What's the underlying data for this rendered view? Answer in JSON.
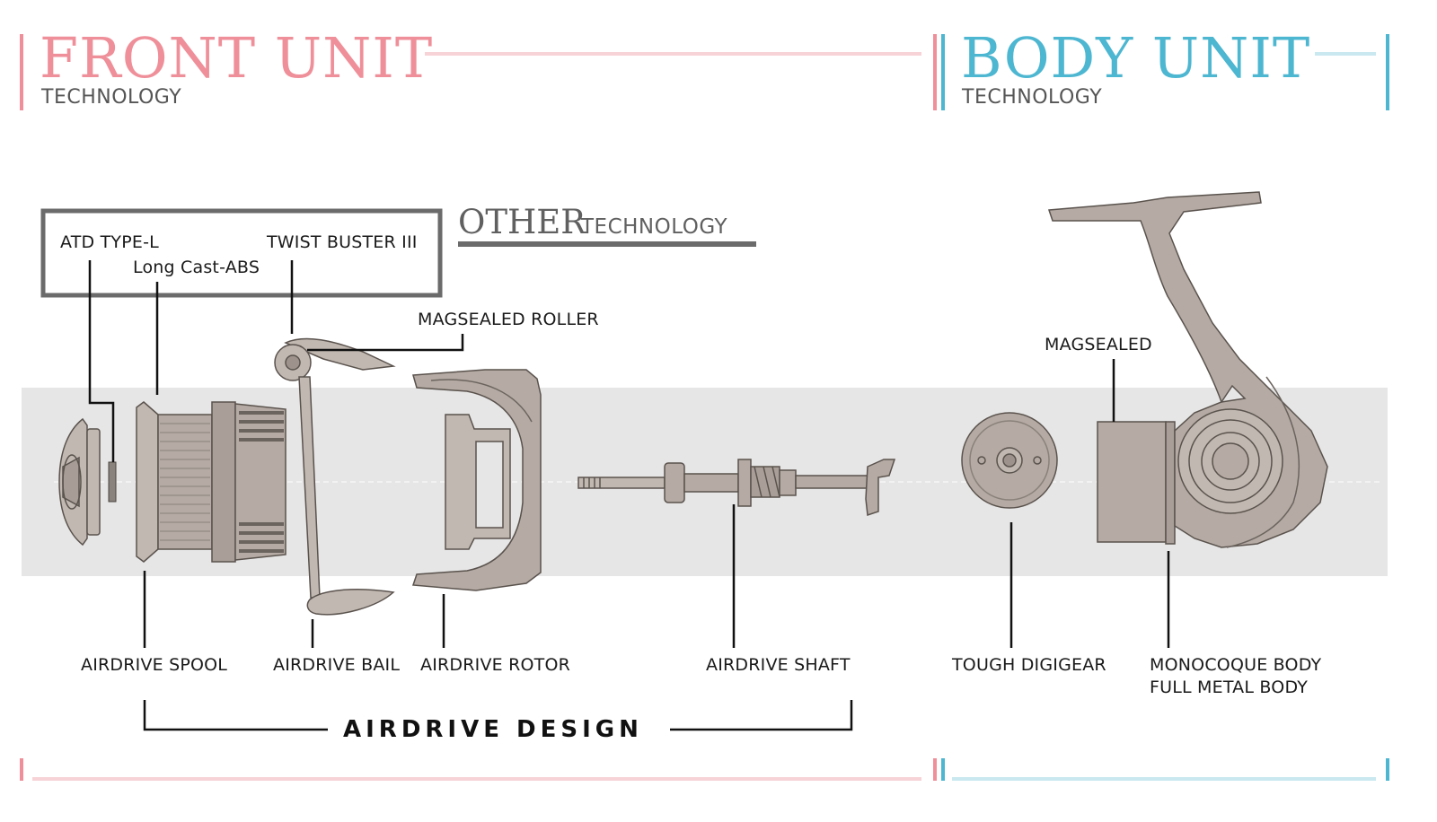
{
  "headers": {
    "front": {
      "title": "FRONT UNIT",
      "subtitle": "TECHNOLOGY"
    },
    "body": {
      "title": "BODY UNIT",
      "subtitle": "TECHNOLOGY"
    },
    "other": {
      "title": "OTHER",
      "subtitle": "TECHNOLOGY"
    }
  },
  "other_box": {
    "items": [
      "ATD TYPE-L",
      "Long Cast-ABS",
      "TWIST BUSTER III"
    ]
  },
  "callouts": {
    "magsealed_roller": "MAGSEALED ROLLER",
    "magsealed": "MAGSEALED",
    "airdrive_spool": "AIRDRIVE SPOOL",
    "airdrive_bail": "AIRDRIVE BAIL",
    "airdrive_rotor": "AIRDRIVE ROTOR",
    "airdrive_shaft": "AIRDRIVE SHAFT",
    "tough_digigear": "TOUGH DIGIGEAR",
    "monocoque_body": "MONOCOQUE BODY",
    "full_metal_body": "FULL METAL BODY"
  },
  "group_label": "AIRDRIVE DESIGN",
  "colors": {
    "front_accent": "#ef8f99",
    "body_accent": "#4db6d1",
    "part_fill": "#b5aba4",
    "part_stroke": "#5a524d",
    "band": "#e6e6e6"
  }
}
